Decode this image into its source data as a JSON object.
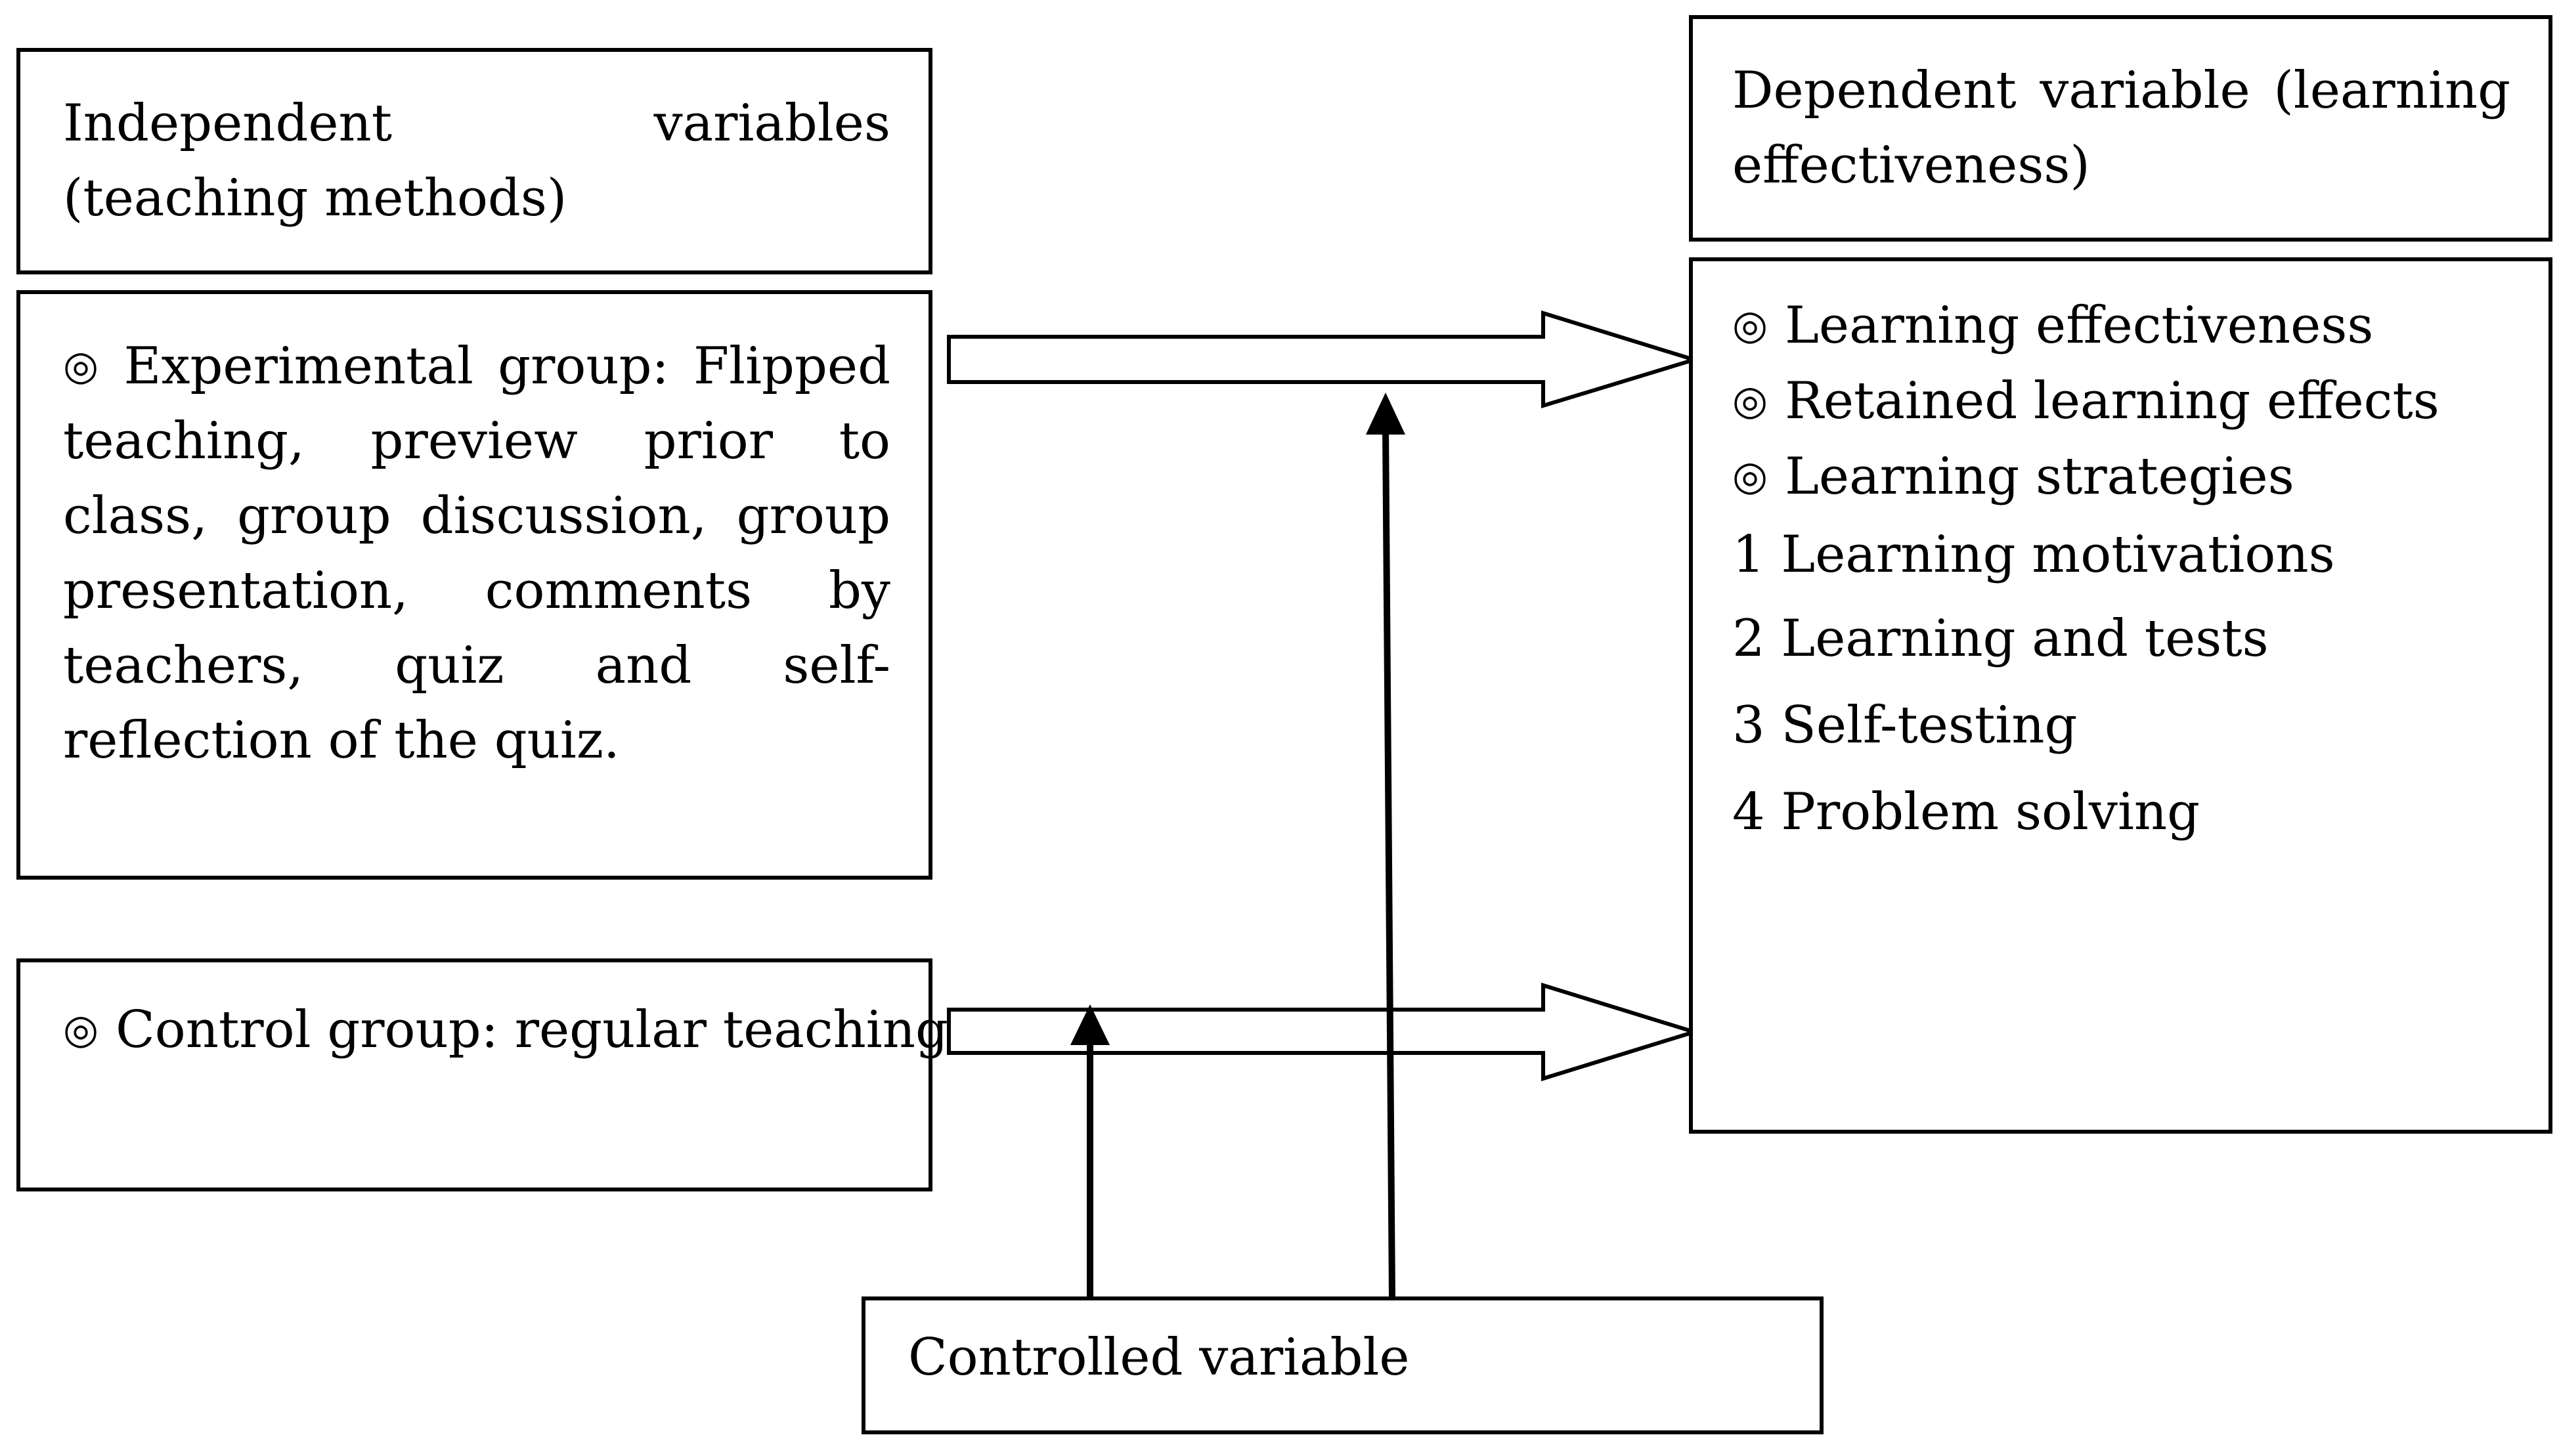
{
  "independent_header": "Independent variables (teaching methods)",
  "experimental_group": "Experimental group: Flipped teaching, preview prior to class, group discussion, group presentation, comments by teachers, quiz and self-reflection of the quiz.",
  "control_group": "Control group: regular teaching",
  "dependent_header": "Dependent variable (learning effectiveness)",
  "outcomes": {
    "bullets": [
      "Learning effectiveness",
      "Retained learning effects",
      "Learning strategies"
    ],
    "numbered": [
      "1 Learning motivations",
      "2 Learning and tests",
      "3 Self-testing",
      "4 Problem solving"
    ]
  },
  "controlled_variable": "Controlled variable",
  "bullet_symbol": "◎"
}
